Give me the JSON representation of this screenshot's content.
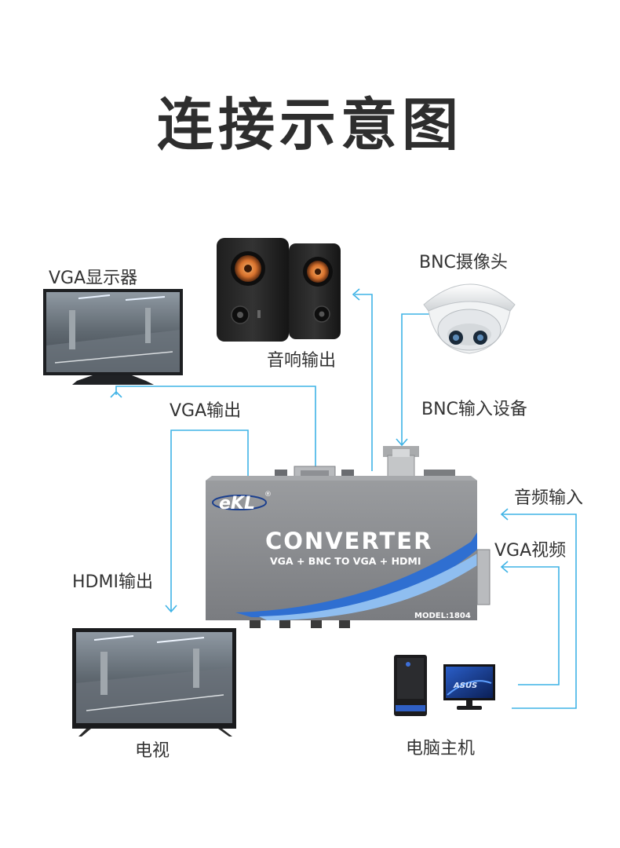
{
  "title": "连接示意图",
  "labels": {
    "vga_monitor": "VGA显示器",
    "speakers": "音响输出",
    "bnc_camera": "BNC摄像头",
    "bnc_input": "BNC输入设备",
    "vga_output": "VGA输出",
    "hdmi_output": "HDMI输出",
    "tv": "电视",
    "audio_input": "音频输入",
    "vga_video": "VGA视频",
    "pc_host": "电脑主机"
  },
  "device": {
    "brand": "eKL",
    "name": "CONVERTER",
    "subtitle": "VGA + BNC TO VGA + HDMI",
    "model": "MODEL:1804"
  },
  "pc_brand": "ASUS",
  "colors": {
    "connector_line": "#3fb3e6",
    "device_body": "#8a8c8f",
    "device_accent": "#2f6fd1",
    "title_text": "#2e2e2e"
  }
}
